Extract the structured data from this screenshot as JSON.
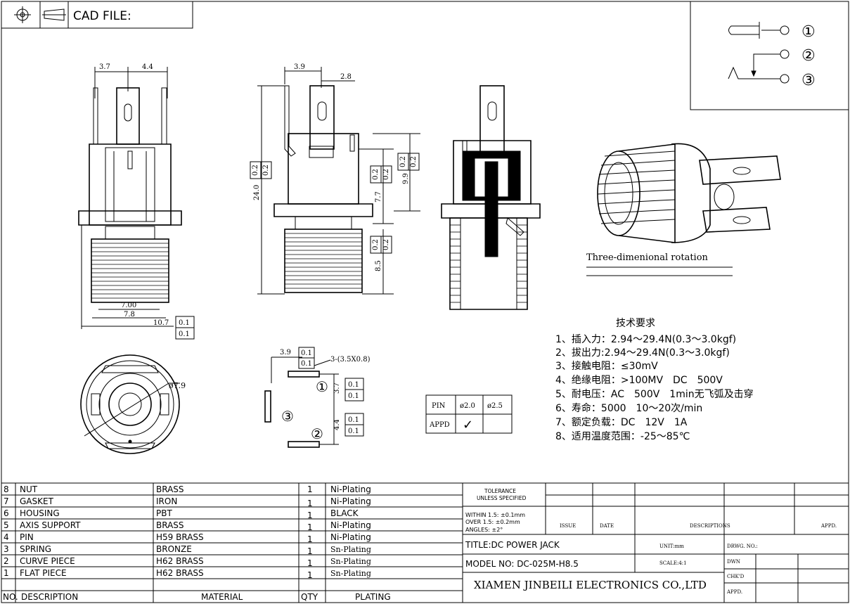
{
  "header": {
    "cad_label": "CAD FILE:"
  },
  "circuit": {
    "pins": [
      "①",
      "②",
      "③"
    ]
  },
  "views": {
    "front": {
      "top_dims": [
        "3.7",
        "4.4"
      ],
      "bottom_dims": [
        "7.00",
        "7.8",
        "10.7"
      ],
      "tol": [
        "0.1",
        "0.1"
      ],
      "diameter": "ø7.9"
    },
    "side": {
      "top_dims": [
        "3.9",
        "2.8"
      ],
      "height": "24.0",
      "tol_left": [
        "0.2",
        "0.2"
      ],
      "dim_77": "7.7",
      "dim_99": "9.9",
      "dim_85": "8.5",
      "tol_77": [
        "0.2",
        "0.2"
      ],
      "tol_99": [
        "0.2",
        "0.2"
      ],
      "tol_85": [
        "0.2",
        "0.2"
      ]
    },
    "rotation_caption": "Three-dimenional rotation"
  },
  "pin_layout": {
    "dim_39": "3.9",
    "tol_39": [
      "0.1",
      "0.1"
    ],
    "slot_note": "3-(3.5X0.8)",
    "dim_37": "3.7",
    "tol_37": [
      "0.1",
      "0.1"
    ],
    "dim_44": "4.4",
    "tol_44": [
      "0.1",
      "0.1"
    ],
    "labels": [
      "①",
      "②",
      "③"
    ]
  },
  "pin_table": {
    "row1": [
      "PIN",
      "ø2.0",
      "ø2.5"
    ],
    "row2": [
      "APPD",
      "✓",
      ""
    ]
  },
  "tech": {
    "title": "技术要求",
    "items": [
      "1、插入力：2.94～29.4N(0.3～3.0kgf)",
      "2、拔出力:2.94～29.4N(0.3～3.0kgf)",
      "3、接触电阻：≤30mV",
      "4、绝缘电阻：>100MV　DC　500V",
      "5、耐电压：AC　500V　1min无飞弧及击穿",
      "6、寿命：5000　10～20次/min",
      "7、额定负载：DC　12V　1A",
      "8、适用温度范围：-25～85℃"
    ]
  },
  "bom": {
    "rows": [
      [
        "8",
        "NUT",
        "BRASS",
        "1",
        "Ni-Plating"
      ],
      [
        "7",
        "GASKET",
        "IRON",
        "1",
        "Ni-Plating"
      ],
      [
        "6",
        "HOUSING",
        "PBT",
        "1",
        "BLACK"
      ],
      [
        "5",
        "AXIS SUPPORT",
        "BRASS",
        "1",
        "Ni-Plating"
      ],
      [
        "4",
        "PIN",
        "H59 BRASS",
        "1",
        "Ni-Plating"
      ],
      [
        "3",
        "SPRING",
        "BRONZE",
        "1",
        "Sn-Plating"
      ],
      [
        "2",
        " CURVE PIECE",
        "H62 BRASS",
        "1",
        "Sn-Plating"
      ],
      [
        "1",
        "FLAT PIECE",
        "H62 BRASS",
        "1",
        "Sn-Plating"
      ]
    ],
    "header": [
      "NO.",
      "DESCRIPTION",
      "MATERIAL",
      "QTY",
      "PLATING"
    ]
  },
  "title_block": {
    "tolerance": "TOLERANCE",
    "unless": "UNLESS SPECIFIED",
    "within": "WITHIN 1.5: ±0.1mm",
    "over": "OVER 1.5:  ±0.2mm",
    "angles": "ANGLES: ±2°",
    "issue": "ISSUE",
    "date": "DATE",
    "descriptions": "DESCRIPTIONS",
    "appd": "APPD.",
    "title": "TITLE:DC POWER JACK",
    "model": "MODEL NO: DC-025M-H8.5",
    "company": "XIAMEN JINBEILI ELECTRONICS CO.,LTD",
    "unit": "UNIT:mm",
    "scale": "SCALE:4:1",
    "drwg": "DRWG. NO.:",
    "dwn": "DWN",
    "chkd": "CHK'D",
    "appd2": "APPD."
  }
}
